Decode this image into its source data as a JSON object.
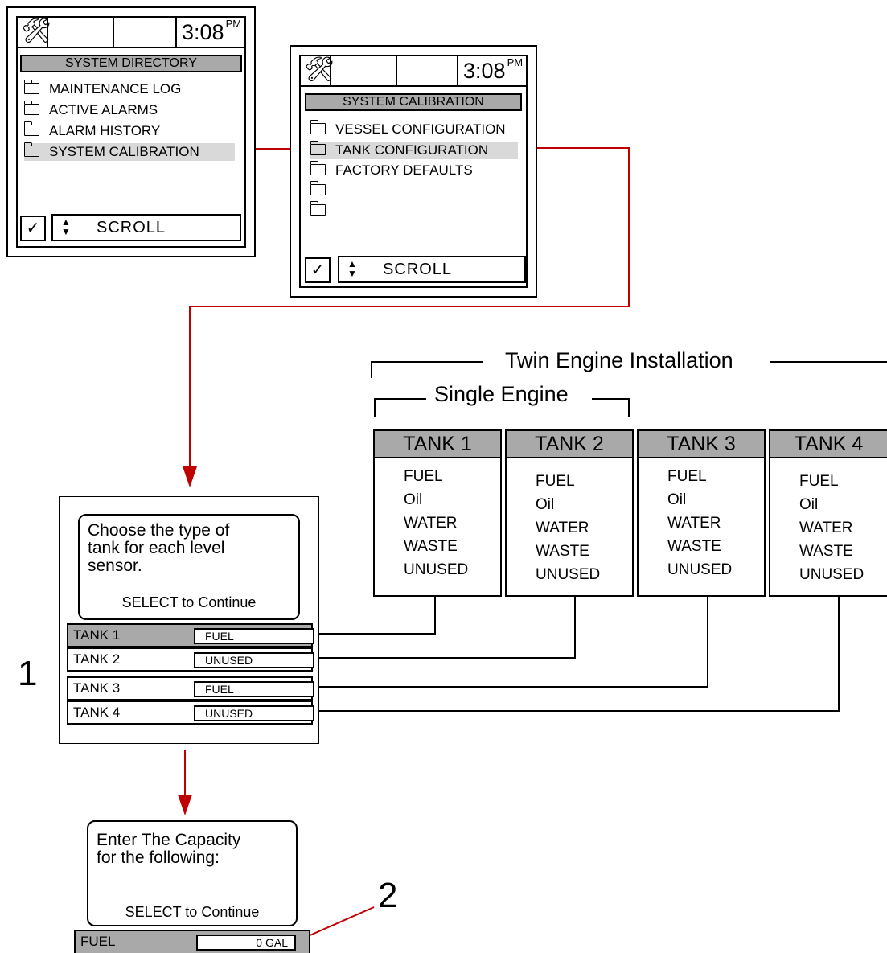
{
  "screen1": {
    "time": "3:08",
    "ampm": "PM",
    "title": "SYSTEM DIRECTORY",
    "items": [
      "MAINTENANCE LOG",
      "ACTIVE ALARMS",
      "ALARM HISTORY",
      "SYSTEM CALIBRATION"
    ],
    "selected_index": 3,
    "check_glyph": "✓",
    "scroll_arrows": "▲▼",
    "scroll_label": "SCROLL"
  },
  "screen2": {
    "time": "3:08",
    "ampm": "PM",
    "title": "SYSTEM CALIBRATION",
    "items": [
      "VESSEL CONFIGURATION",
      "TANK CONFIGURATION",
      "FACTORY DEFAULTS"
    ],
    "selected_index": 1,
    "check_glyph": "✓",
    "scroll_arrows": "▲▼",
    "scroll_label": "SCROLL"
  },
  "labels": {
    "twin": "Twin Engine Installation",
    "single": "Single Engine"
  },
  "tanks": [
    {
      "name": "TANK 1",
      "options": [
        "FUEL",
        "Oil",
        "WATER",
        "WASTE",
        "UNUSED"
      ]
    },
    {
      "name": "TANK 2",
      "options": [
        "FUEL",
        "Oil",
        "WATER",
        "WASTE",
        "UNUSED"
      ]
    },
    {
      "name": "TANK 3",
      "options": [
        "FUEL",
        "Oil",
        "WATER",
        "WASTE",
        "UNUSED"
      ]
    },
    {
      "name": "TANK 4",
      "options": [
        "FUEL",
        "Oil",
        "WATER",
        "WASTE",
        "UNUSED"
      ]
    }
  ],
  "tank_screen": {
    "message_line1": "Choose the type of",
    "message_line2": "tank for each level",
    "message_line3": "sensor.",
    "continue": "SELECT to Continue",
    "rows": [
      {
        "label": "TANK  1",
        "value": "FUEL"
      },
      {
        "label": "TANK  2",
        "value": "UNUSED"
      },
      {
        "label": "TANK 3",
        "value": "FUEL"
      },
      {
        "label": "TANK 4",
        "value": "UNUSED"
      }
    ]
  },
  "capacity_screen": {
    "message_line1": "Enter The Capacity",
    "message_line2": "for the following:",
    "continue": "SELECT to Continue",
    "row_label": "FUEL",
    "row_value": "0  GAL"
  },
  "callouts": [
    "1",
    "2"
  ],
  "colors": {
    "arrow": "#c00000",
    "highlight": "#a9a9a9",
    "selection": "#d9d9d9"
  }
}
